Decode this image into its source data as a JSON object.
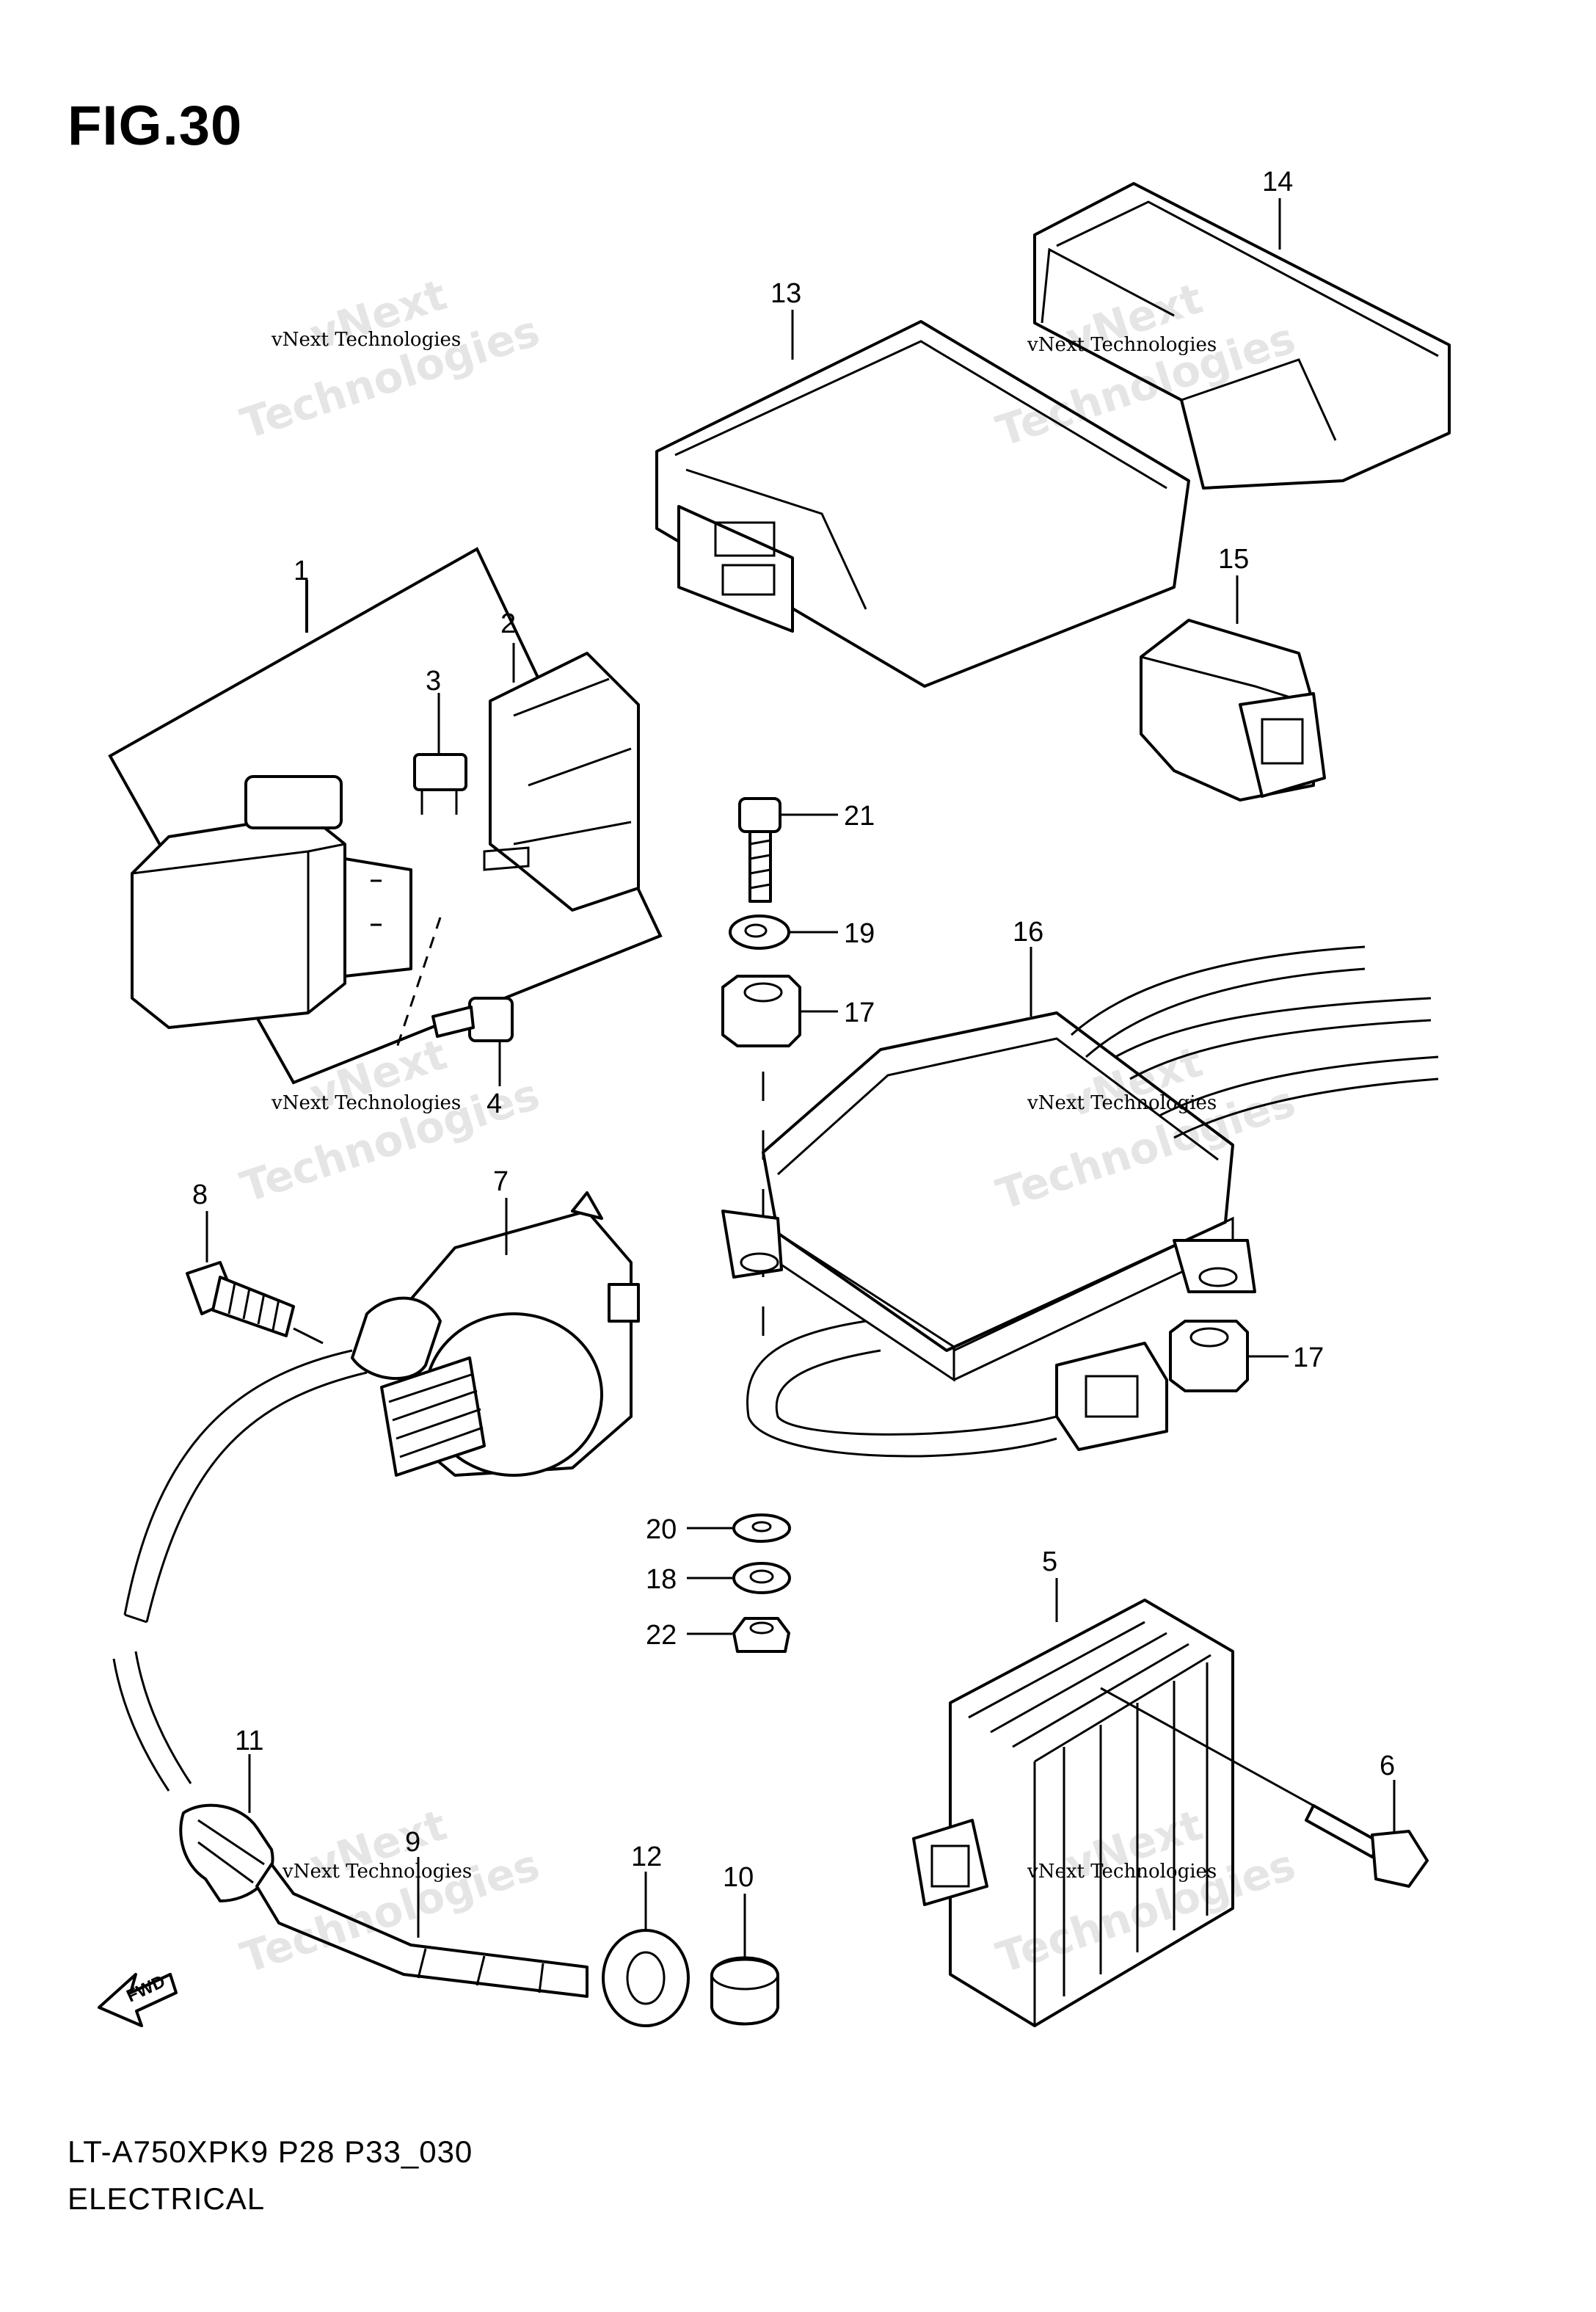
{
  "figure": {
    "title": "FIG.30",
    "model_code": "LT-A750XPK9 P28 P33_030",
    "section_name": "ELECTRICAL"
  },
  "watermark": {
    "line1": "vNext Technologies",
    "line2": "vNext",
    "line3": "Technologies"
  },
  "fwd_label": "FWD",
  "callouts": {
    "c1": "1",
    "c2": "2",
    "c3": "3",
    "c4": "4",
    "c5": "5",
    "c6": "6",
    "c7": "7",
    "c8": "8",
    "c9": "9",
    "c10": "10",
    "c11": "11",
    "c12": "12",
    "c13": "13",
    "c14": "14",
    "c15": "15",
    "c16": "16",
    "c17a": "17",
    "c17b": "17",
    "c18": "18",
    "c19": "19",
    "c20": "20",
    "c21": "21",
    "c22": "22"
  }
}
